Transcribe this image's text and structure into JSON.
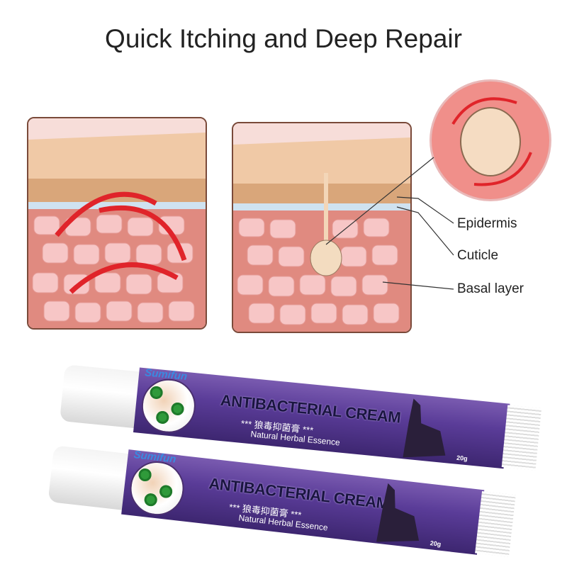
{
  "title": "Quick Itching and Deep Repair",
  "labels": {
    "epidermis": "Epidermis",
    "cuticle": "Cuticle",
    "basal": "Basal layer"
  },
  "product": {
    "brand": "Sumifun",
    "name": "ANTIBACTERIAL CREAM",
    "chinese_name": "*** 狼毒抑菌膏 ***",
    "feature": "Natural Herbal Essence",
    "weight": "20g"
  },
  "colors": {
    "arrow": "#e0242a",
    "tube": "#5a3c98",
    "skin": "#f3a9a6"
  }
}
